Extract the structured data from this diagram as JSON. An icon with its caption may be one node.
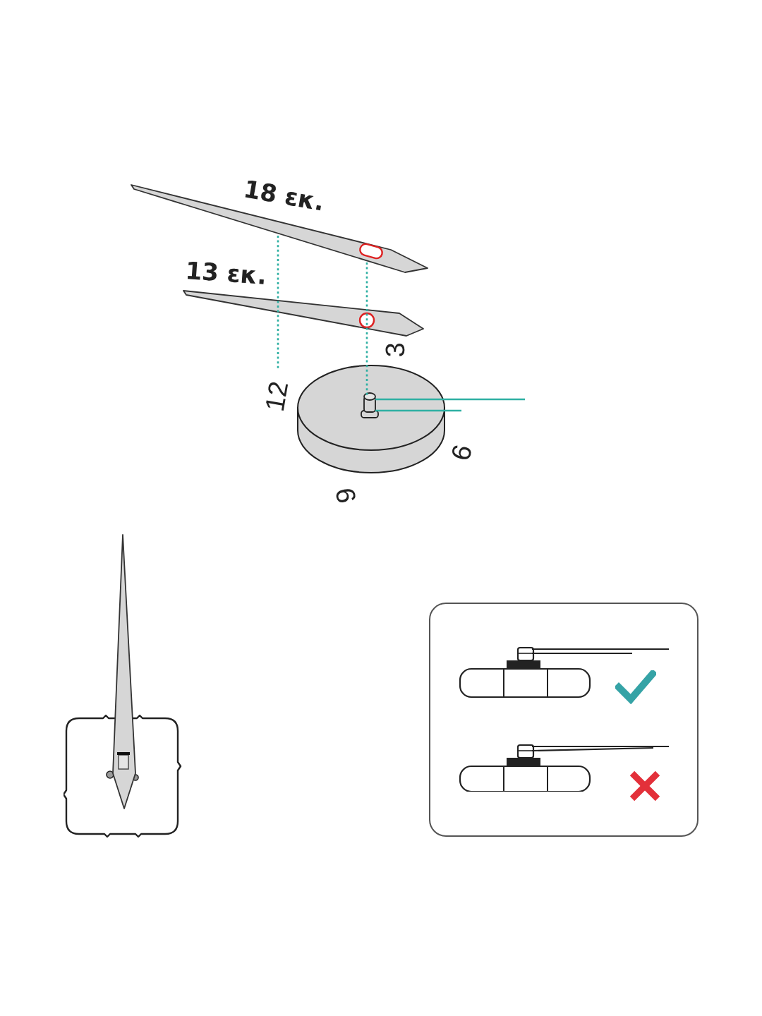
{
  "diagram": {
    "labels": [
      "18 εκ.",
      "13 εκ.",
      "3",
      "12",
      "6",
      "9"
    ]
  }
}
